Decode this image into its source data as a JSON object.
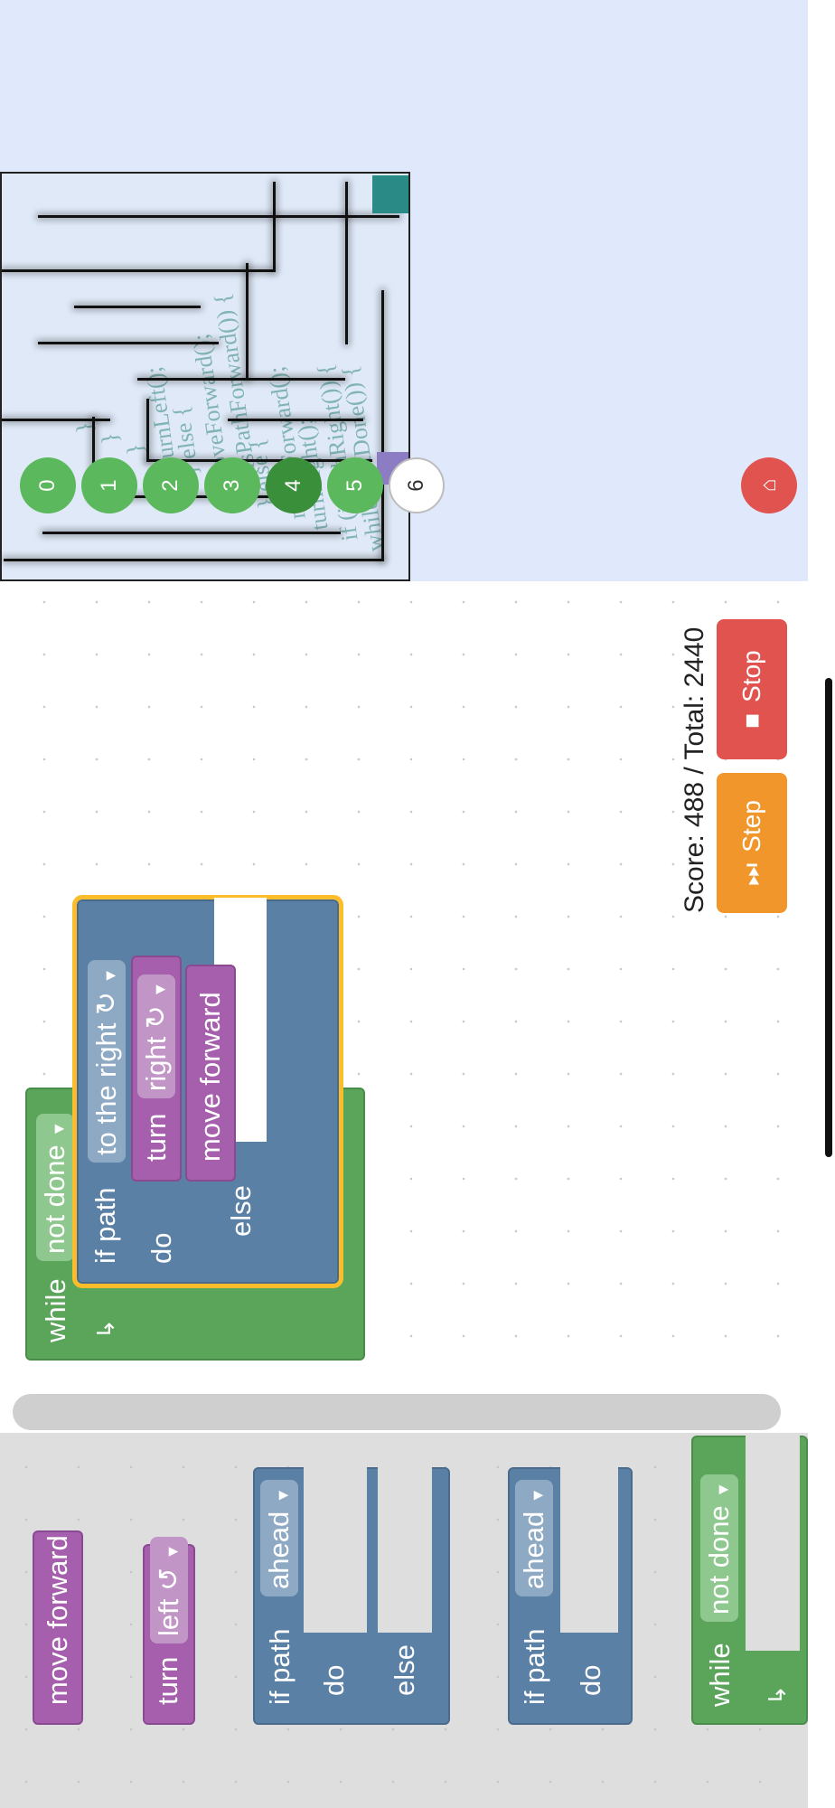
{
  "levels": [
    {
      "label": "0",
      "state": "done"
    },
    {
      "label": "1",
      "state": "done"
    },
    {
      "label": "2",
      "state": "done"
    },
    {
      "label": "3",
      "state": "done"
    },
    {
      "label": "4",
      "state": "current"
    },
    {
      "label": "5",
      "state": "done"
    },
    {
      "label": "6",
      "state": "todo"
    }
  ],
  "home_icon": "home-icon",
  "toolbox": {
    "move_forward": "move forward",
    "turn": "turn",
    "turn_dir": "left ↺",
    "if_path_1": {
      "if": "if path",
      "dir": "ahead",
      "do": "do",
      "else": "else"
    },
    "if_path_2": {
      "if": "if path",
      "dir": "ahead",
      "do": "do"
    },
    "while": {
      "label": "while",
      "cond": "not done"
    }
  },
  "program": {
    "while": "while",
    "while_cond": "not done",
    "if": "if path",
    "if_dir": "to the right ↻",
    "do": "do",
    "else": "else",
    "turn": "turn",
    "turn_dir": "right ↻",
    "move_forward": "move forward"
  },
  "score": "Score: 488 / Total: 2440",
  "controls": {
    "step": "Step",
    "stop": "Stop"
  },
  "maze_code": [
    "while (notDone()) {",
    "  if (isPathRight()) {",
    "    turnRight();",
    "    moveForward();",
    "  } else {",
    "    if (isPathForward()) {",
    "      moveForward();",
    "    } else {",
    "      turnLeft();",
    "    }",
    "  }",
    "}"
  ],
  "colors": {
    "move": "#a55fac",
    "logic": "#5b80a5",
    "loop": "#5ba55b",
    "step": "#f0962a",
    "stop": "#e0534f",
    "goal": "#2a8a86",
    "player": "#8c7cc4"
  }
}
